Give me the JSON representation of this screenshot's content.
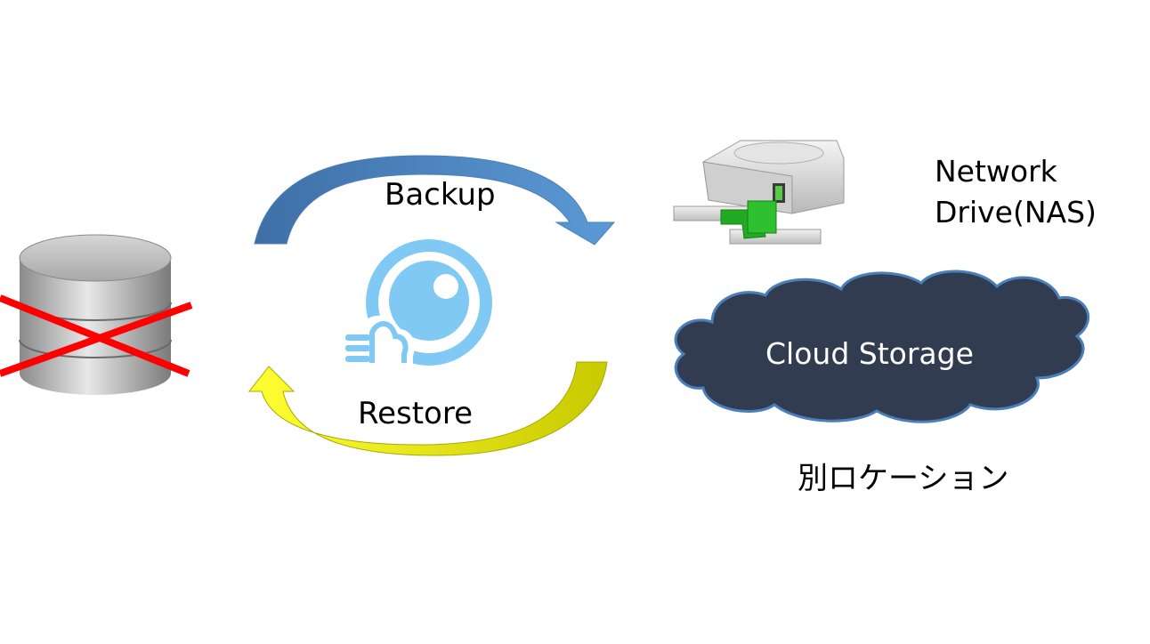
{
  "labels": {
    "backup": "Backup",
    "restore": "Restore",
    "nas_line1": "Network",
    "nas_line2": "Drive(NAS)",
    "cloud": "Cloud Storage",
    "location": "別ロケーション"
  },
  "icons": {
    "source_database": "database-icon",
    "failure_mark": "red-cross-icon",
    "app_logo": "eye-cloud-logo-icon",
    "nas_drive": "network-drive-icon",
    "cloud": "cloud-icon"
  },
  "colors": {
    "backup_arrow": "#4a7fba",
    "restore_arrow": "#e6e600",
    "cross": "#ff0000",
    "cloud_fill": "#323c50",
    "logo": "#7cc8f4"
  }
}
